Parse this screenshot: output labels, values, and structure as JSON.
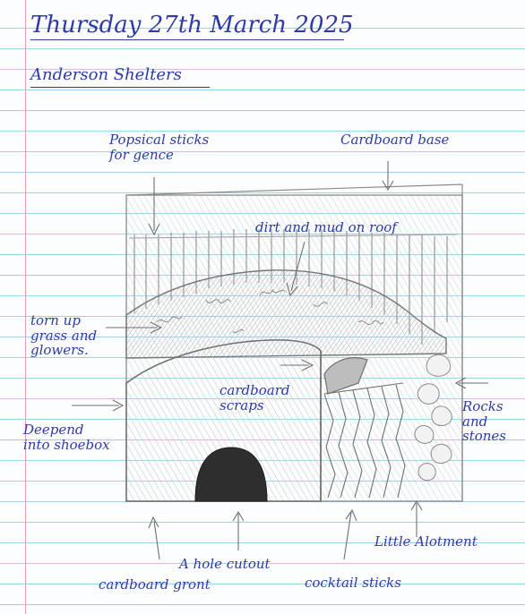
{
  "notebook": {
    "date": "Thursday 27th March 2025",
    "heading": "Anderson Shelters"
  },
  "labels": {
    "popsicle": "Popsical sticks for gence",
    "cardboard_base": "Cardboard base",
    "dirt_roof": "dirt and mud on roof",
    "torn_grass": "torn up grass and glowers.",
    "cardboard_scraps": "cardboard scraps",
    "rocks": "Rocks and stones",
    "deepend": "Deepend into shoebox",
    "allotment": "Little Alotment",
    "hole": "A hole cutout",
    "cardboard_front": "cardboard gront",
    "cocktail": "cocktail sticks"
  },
  "colors": {
    "ink": "#2f3aa6",
    "pencil": "#7d7d7d",
    "rule": "#9fd3ea",
    "margin": "#e6a3a3"
  }
}
